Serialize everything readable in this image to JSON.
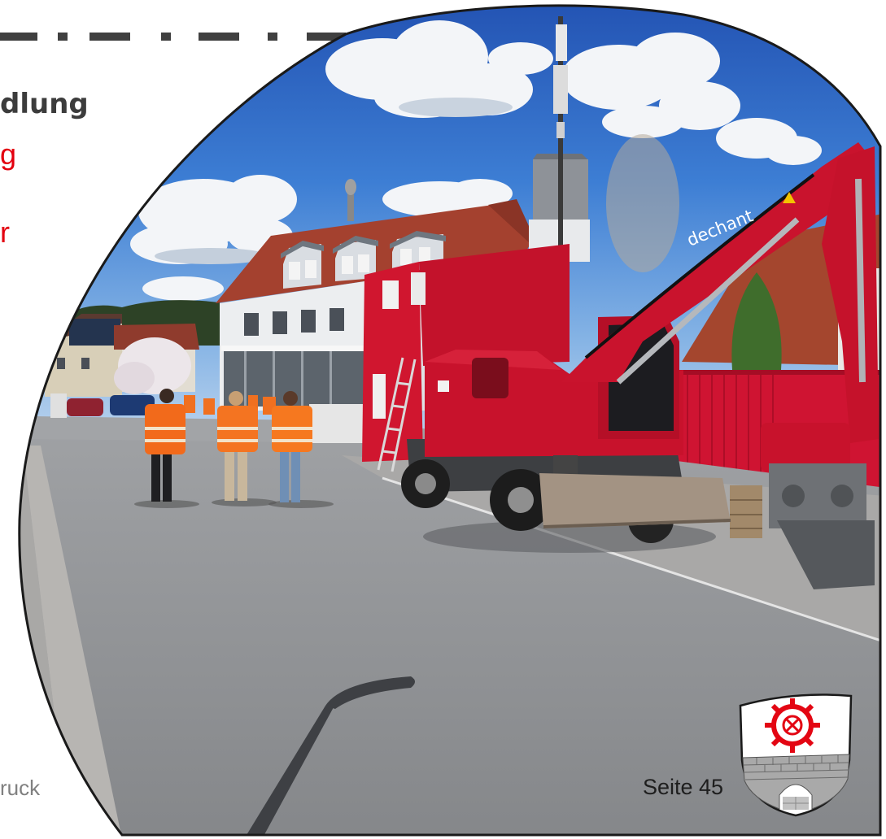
{
  "slide": {
    "title_fragment": "dlung",
    "red_text_line_1": "g",
    "red_text_line_2": "r",
    "footer_left": "ruck",
    "page_number": "Seite 45"
  },
  "photo": {
    "excavator_lettering": "dechant"
  },
  "icons": {
    "crest": "coat-of-arms-icon",
    "mill_wheel": "mill-wheel-icon",
    "bridge": "stone-bridge-icon"
  },
  "colors": {
    "title": "#3c3c3c",
    "accent_red": "#e3000f",
    "footer_gray": "#808080",
    "dash_gray": "#404040",
    "crest_red": "#e30613"
  }
}
